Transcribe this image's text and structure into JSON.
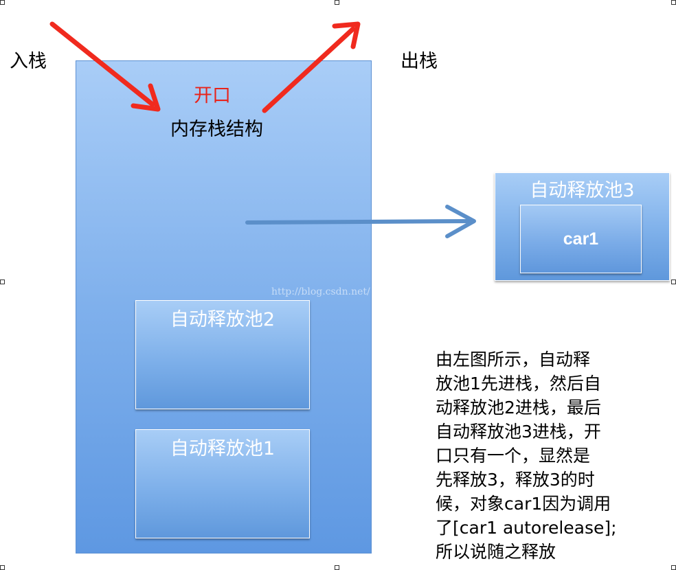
{
  "labels": {
    "push": "入栈",
    "pop": "出栈",
    "opening": "开口",
    "stack_title": "内存栈结构"
  },
  "pools": {
    "pool3": "自动释放池3",
    "pool2": "自动释放池2",
    "pool1": "自动释放池1",
    "car": "car1"
  },
  "watermark": "http://blog.csdn.net/",
  "description": {
    "lines": [
      "由左图所示，自动释",
      "放池1先进栈，然后自",
      "动释放池2进栈，最后",
      "自动释放池3进栈，开",
      "口只有一个，显然是",
      "先释放3，释放3的时",
      "候，对象car1因为调用",
      "了[car1 autorelease];",
      "所以说随之释放"
    ]
  },
  "colors": {
    "red_arrow": "#f02a1e",
    "blue_arrow": "#5b8fc9",
    "opening_text": "#e8231a",
    "box_fill": "#7fb0ec"
  }
}
